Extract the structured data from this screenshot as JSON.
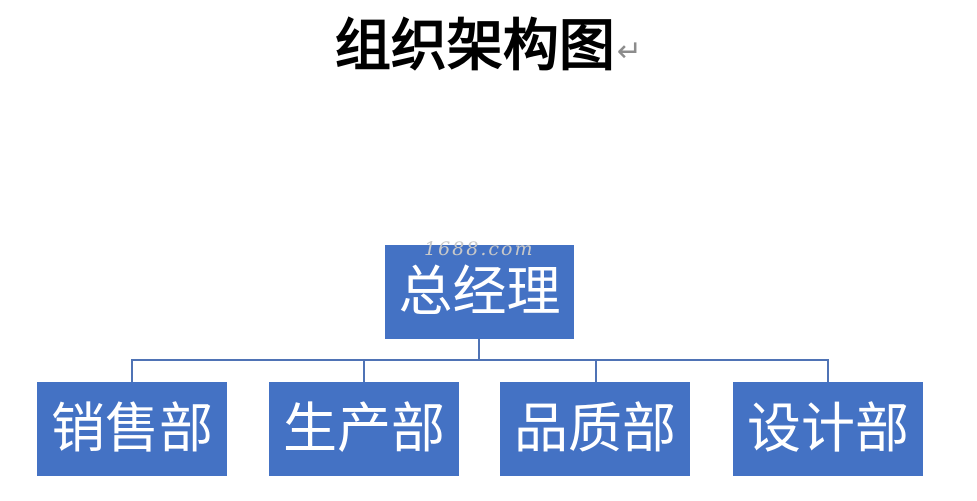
{
  "title": "组织架构图",
  "paragraph_mark": "↵",
  "watermark": "1688.com",
  "colors": {
    "node_fill": "#4472c4",
    "node_text": "#ffffff",
    "connector": "#4f73b5"
  },
  "org": {
    "root": "总经理",
    "children": [
      "销售部",
      "生产部",
      "品质部",
      "设计部"
    ]
  }
}
